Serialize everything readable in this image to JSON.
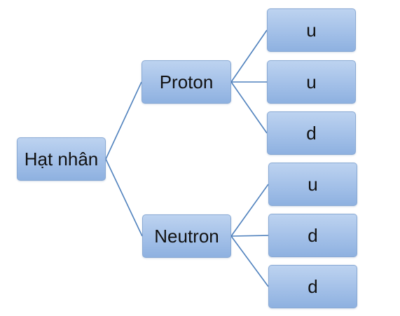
{
  "diagram": {
    "root": {
      "label": "Hạt nhân"
    },
    "children": [
      {
        "label": "Proton",
        "leaves": [
          {
            "label": "u"
          },
          {
            "label": "u"
          },
          {
            "label": "d"
          }
        ]
      },
      {
        "label": "Neutron",
        "leaves": [
          {
            "label": "u"
          },
          {
            "label": "d"
          },
          {
            "label": "d"
          }
        ]
      }
    ],
    "colors": {
      "node_fill_top": "#bdd3f0",
      "node_fill_bottom": "#8eb1e0",
      "connector": "#4f81bd"
    }
  }
}
